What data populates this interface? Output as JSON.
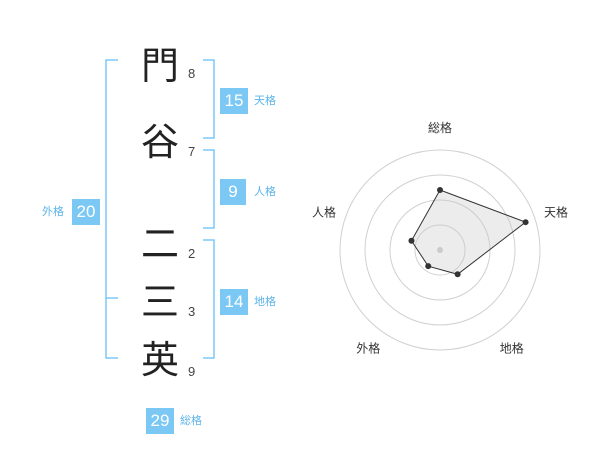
{
  "name": {
    "characters": [
      {
        "char": "門",
        "strokes": "8"
      },
      {
        "char": "谷",
        "strokes": "7"
      },
      {
        "char": "二",
        "strokes": "2"
      },
      {
        "char": "三",
        "strokes": "3"
      },
      {
        "char": "英",
        "strokes": "9"
      }
    ]
  },
  "kaku": {
    "ten": {
      "value": "15",
      "label": "天格"
    },
    "jin": {
      "value": "9",
      "label": "人格"
    },
    "chi": {
      "value": "14",
      "label": "地格"
    },
    "gai": {
      "value": "20",
      "label": "外格"
    },
    "sou": {
      "value": "29",
      "label": "総格"
    }
  },
  "radar": {
    "axes": [
      "総格",
      "天格",
      "地格",
      "外格",
      "人格"
    ],
    "values": [
      0.6,
      0.9,
      0.3,
      0.2,
      0.3
    ],
    "rings": 4
  },
  "colors": {
    "accent": "#7bc8f5",
    "label": "#5ab4ea",
    "line": "#333333"
  }
}
